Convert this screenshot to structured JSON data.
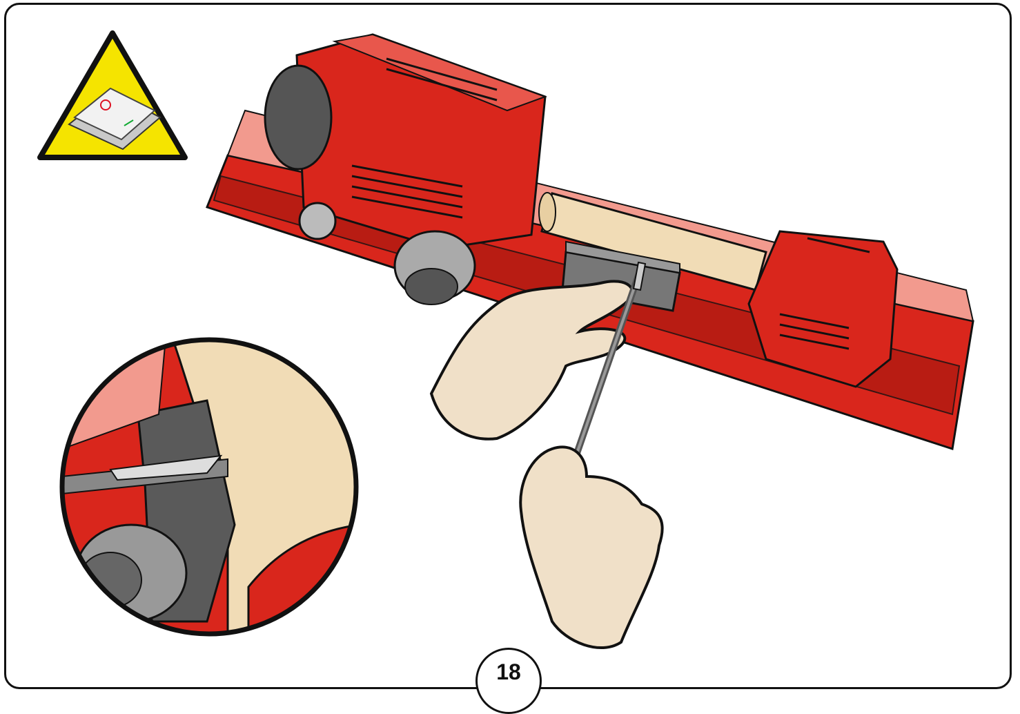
{
  "page": {
    "number": "18"
  },
  "warning": {
    "icon": "power-switch-off-warning-icon",
    "background_color": "#f5e400"
  },
  "illustration": {
    "subject": "machine-with-rollers",
    "colors": {
      "body": "#d9261c",
      "body_light": "#f29a8e",
      "roller": "#f1dcb6",
      "glove": "#f0e0c8",
      "metal": "#7a7a7a"
    }
  },
  "detail_view": {
    "icon": "magnified-detail-circle"
  }
}
